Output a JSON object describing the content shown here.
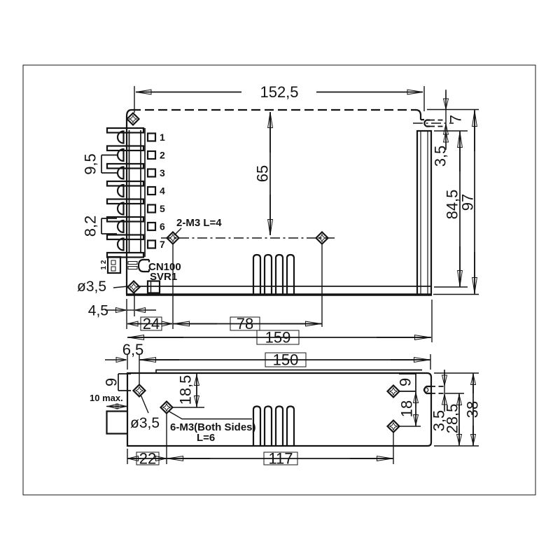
{
  "colors": {
    "canvas_bg": "#d8d8d8",
    "ink": "#141414",
    "page_bg": "#ffffff"
  },
  "top_view": {
    "dim_overall_width": "152,5",
    "dim_center_height": "65",
    "dim_terminal_pitch_a": "9,5",
    "dim_terminal_pitch_b": "8,2",
    "label_screw": "2-M3 L=4",
    "dim_corner": "7",
    "dim_bracket_offset": "3,5",
    "dim_bracket_height": "84,5",
    "dim_total_height": "97",
    "dim_hole_dia": "ø3,5",
    "dim_hole_offset": "4,5",
    "dim_cn_offset": "24",
    "dim_hole_span": "78",
    "dim_total_length": "159",
    "terminals": [
      "1",
      "2",
      "3",
      "4",
      "5",
      "6",
      "7"
    ],
    "label_cn100": "CN100",
    "label_svr1": "SVR1",
    "label_connector": "1 2"
  },
  "side_view": {
    "dim_hole_left_x": "6,5",
    "dim_body_width": "150",
    "dim_hole_left_y": "9",
    "label_protrusion": "10 max.",
    "dim_hole_dia": "ø3,5",
    "label_screw_line1": "6-M3(Both Sides)",
    "label_screw_line2": "L=6",
    "dim_hole_mid_y": "18,5",
    "dim_hole_right_y": "9",
    "dim_hole_right_span": "18",
    "dim_slot_height": "3,5",
    "dim_slot_from_bottom": "28,5",
    "dim_total_height": "38",
    "dim_left_offset": "22",
    "dim_hole_span": "117"
  }
}
